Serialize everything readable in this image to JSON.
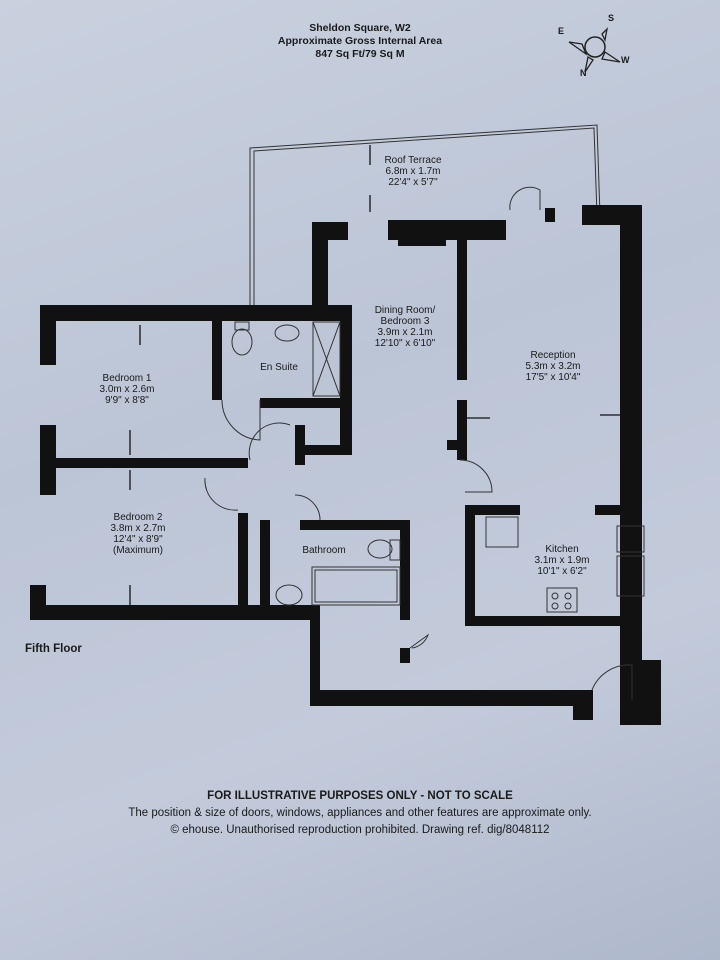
{
  "header": {
    "property_name": "Sheldon Square, W2",
    "area_label": "Approximate Gross Internal Area",
    "area_value": "847 Sq Ft/79 Sq M"
  },
  "compass": {
    "north": "N",
    "south": "S",
    "east": "E",
    "west": "W"
  },
  "rooms": [
    {
      "name": "Roof Terrace",
      "metric": "6.8m x 1.7m",
      "imperial": "22'4\" x 5'7\""
    },
    {
      "name": "Dining Room/",
      "name2": "Bedroom 3",
      "metric": "3.9m x 2.1m",
      "imperial": "12'10\" x 6'10\""
    },
    {
      "name": "Reception",
      "metric": "5.3m x 3.2m",
      "imperial": "17'5\" x 10'4\""
    },
    {
      "name": "Bedroom 1",
      "metric": "3.0m x 2.6m",
      "imperial": "9'9\" x 8'8\""
    },
    {
      "name": "En Suite"
    },
    {
      "name": "Bedroom 2",
      "metric": "3.8m x 2.7m",
      "imperial": "12'4\" x 8'9\"",
      "note": "(Maximum)"
    },
    {
      "name": "Bathroom"
    },
    {
      "name": "Kitchen",
      "metric": "3.1m x 1.9m",
      "imperial": "10'1\" x 6'2\""
    }
  ],
  "floor_label": "Fifth Floor",
  "footer": {
    "disclaimer_title": "FOR ILLUSTRATIVE PURPOSES ONLY - NOT TO SCALE",
    "disclaimer_text": "The position & size of doors, windows, appliances and other features are approximate only.",
    "copyright": "© ehouse. Unauthorised reproduction prohibited. Drawing ref. dig/8048112"
  },
  "colors": {
    "wall": "#111111",
    "paper": "#c4ccdb",
    "line": "#333333"
  }
}
